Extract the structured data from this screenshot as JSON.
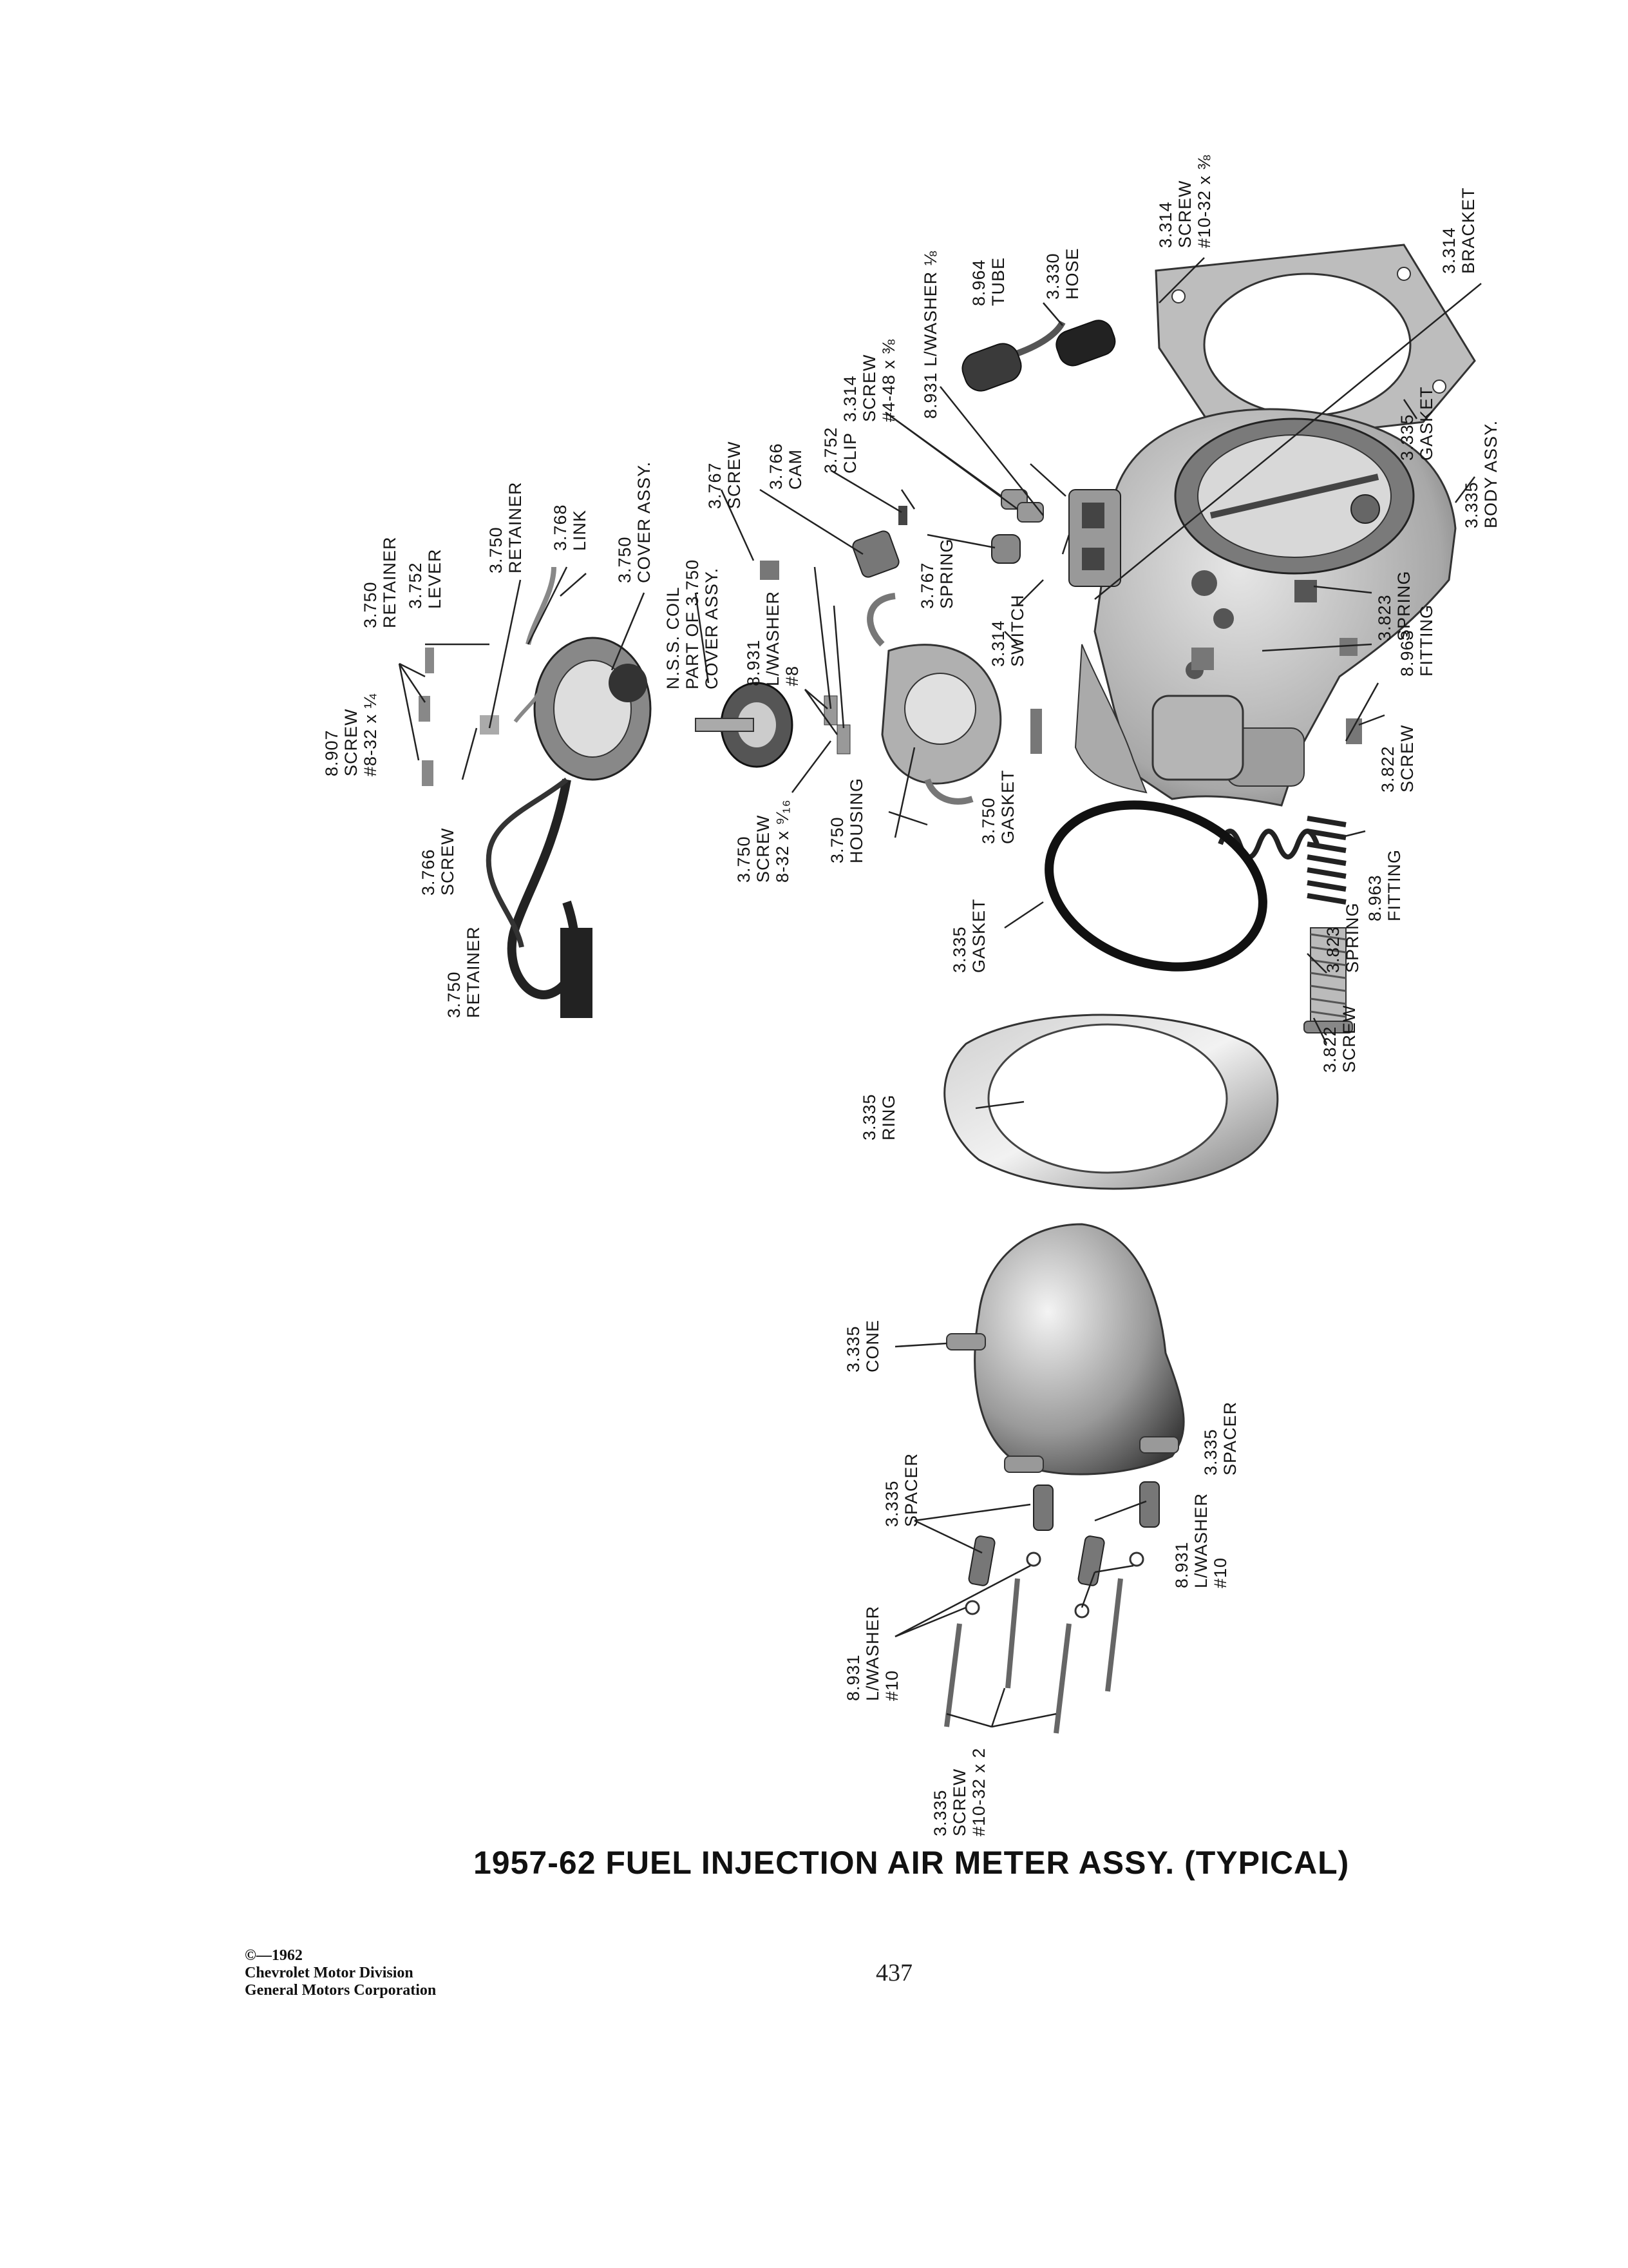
{
  "title": "1957-62 FUEL INJECTION AIR METER ASSY. (TYPICAL)",
  "page_number": "437",
  "copyright": {
    "line1": "©—1962",
    "line2": "Chevrolet Motor Division",
    "line3": "General Motors Corporation"
  },
  "labels": {
    "screw_8907": [
      "8.907",
      "SCREW",
      "#8-32 x ¼"
    ],
    "retainer_3750_a": [
      "3.750",
      "RETAINER"
    ],
    "lever_3752": [
      "3.752",
      "LEVER"
    ],
    "retainer_3750_b": [
      "3.750",
      "RETAINER"
    ],
    "link_3768": [
      "3.768",
      "LINK"
    ],
    "cover_3750": [
      "3.750",
      "COVER ASSY."
    ],
    "screw_3766": [
      "3.766",
      "SCREW"
    ],
    "retainer_3750_c": [
      "3.750",
      "RETAINER"
    ],
    "coil_nss": [
      "N.S.S. COIL",
      "PART OF 3.750",
      "COVER ASSY."
    ],
    "lwasher_8931_8": [
      "8.931",
      "L/WASHER",
      "#8"
    ],
    "screw_3767": [
      "3.767",
      "SCREW"
    ],
    "cam_3766": [
      "3.766",
      "CAM"
    ],
    "clip_3752": [
      "3.752",
      "CLIP"
    ],
    "spring_3767": [
      "3.767",
      "SPRING"
    ],
    "switch_3314": [
      "3.314",
      "SWITCH"
    ],
    "screw_3750": [
      "3.750",
      "SCREW",
      "8-32 x ⁹⁄₁₆"
    ],
    "housing_3750": [
      "3.750",
      "HOUSING"
    ],
    "gasket_3750": [
      "3.750",
      "GASKET"
    ],
    "screw_3314_a": [
      "3.314",
      "SCREW",
      "#4-48 x ⅜"
    ],
    "lwasher_8931_a": [
      "8.931 L/WASHER ⅛"
    ],
    "tube_8964": [
      "8.964",
      "TUBE"
    ],
    "hose_3330": [
      "3.330",
      "HOSE"
    ],
    "screw_3314_b": [
      "3.314",
      "SCREW",
      "#10-32 x ⅜"
    ],
    "bracket_3314": [
      "3.314",
      "BRACKET"
    ],
    "gasket_3335_top": [
      "3.335",
      "GASKET"
    ],
    "body_3335": [
      "3.335",
      "BODY ASSY."
    ],
    "spring_3823_a": [
      "3.823",
      "SPRING"
    ],
    "fitting_8963_a": [
      "8.963",
      "FITTING"
    ],
    "screw_3822_a": [
      "3.822",
      "SCREW"
    ],
    "fitting_8963_b": [
      "8.963",
      "FITTING"
    ],
    "spring_3823_b": [
      "3.823",
      "SPRING"
    ],
    "screw_3822_b": [
      "3.822",
      "SCREW"
    ],
    "gasket_3335": [
      "3.335",
      "GASKET"
    ],
    "ring_3335": [
      "3.335",
      "RING"
    ],
    "cone_3335": [
      "3.335",
      "CONE"
    ],
    "spacer_3335_a": [
      "3.335",
      "SPACER"
    ],
    "spacer_3335_b": [
      "3.335",
      "SPACER"
    ],
    "lwasher_8931_10a": [
      "8.931",
      "L/WASHER",
      "#10"
    ],
    "lwasher_8931_10b": [
      "8.931",
      "L/WASHER",
      "#10"
    ],
    "screw_3335": [
      "3.335",
      "SCREW",
      "#10-32 x 2"
    ]
  }
}
